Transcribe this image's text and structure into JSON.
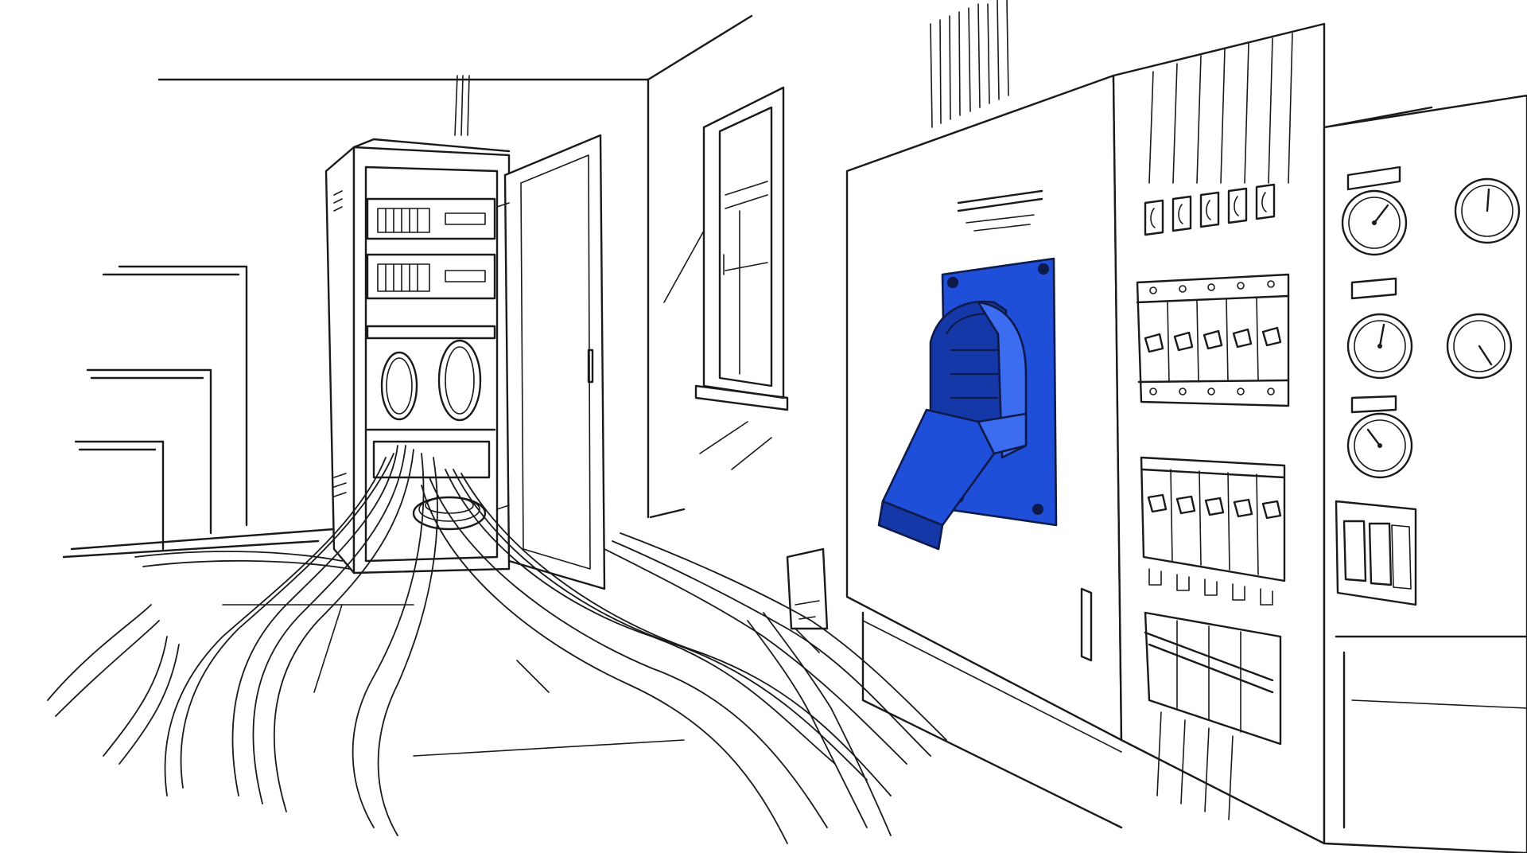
{
  "scene": {
    "style": "hand-drawn ink sketch with a single blue accent",
    "colors": {
      "ink": "#1a1a1a",
      "paper": "#ffffff",
      "accent_blue": "#1f4fd8",
      "accent_blue_shade": "#1538a8",
      "accent_blue_light": "#3c6cf0"
    },
    "elements": {
      "server_rack": "server-rack-icon",
      "main_switch": "knife-switch-lever-icon",
      "breakers": "circuit-breaker-icon",
      "gauges": "pressure-gauge-icon",
      "window": "window-icon",
      "cables": "cable-bundle-icon"
    },
    "counts": {
      "upper_breakers": 5,
      "lower_breakers": 5,
      "gauges": 5
    }
  }
}
